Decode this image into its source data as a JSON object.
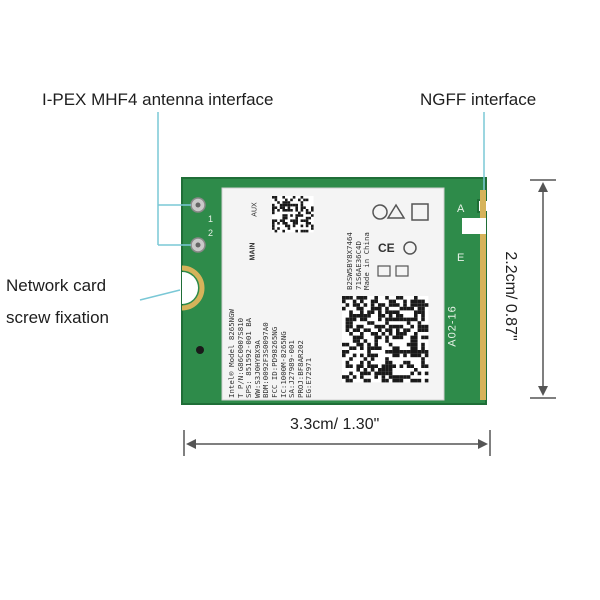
{
  "labels": {
    "antenna": "I-PEX MHF4 antenna interface",
    "ngff": "NGFF interface",
    "screw_line1": "Network card",
    "screw_line2": "screw fixation",
    "width": "3.3cm/ 1.30\"",
    "height": "2.2cm/ 0.87\""
  },
  "card": {
    "edge_label": "A02-16",
    "connector_letters": [
      "A",
      "E"
    ],
    "antenna_numbers": [
      "1",
      "2"
    ],
    "sticker_lines": [
      "Intel® Model 8265NGW",
      "T P/N:G86C0007S810",
      "SPS: 851592-001 BA",
      "WW:S3J0HYBX9A",
      "BDM:0092F3S0097A0",
      "FCC ID:PD98265NG",
      "IC:1000M-8265NG",
      "SA:J27989-001",
      "PROJ:BF8AR202",
      "EG:E72971"
    ],
    "mac_line": "B2SW5BY8X7464",
    "mac_line2": "71S6AE36C4D",
    "made_in": "Made in China",
    "aux_label": "AUX",
    "main_label": "MAIN"
  },
  "colors": {
    "pcb": "#2e8b4a",
    "pcb_dark": "#1f6e37",
    "gold": "#d6b35a",
    "leader": "#7ac8d6",
    "dimension": "#555555"
  }
}
